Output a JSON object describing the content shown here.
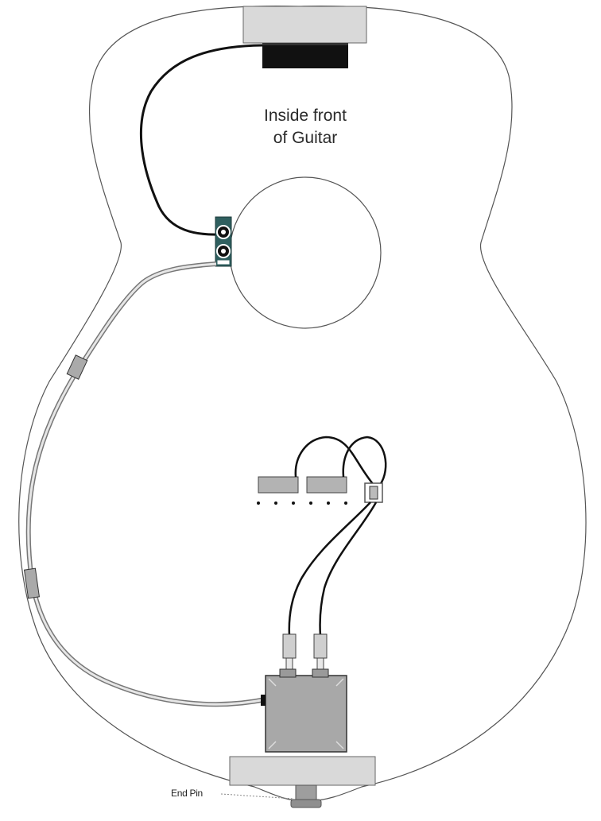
{
  "diagram": {
    "title_line1": "Inside front",
    "title_line2": "of Guitar",
    "end_pin_label": "End Pin"
  },
  "colors": {
    "outline": "#555555",
    "component_fill": "#d9d9d9",
    "box_fill": "#a8a8a8",
    "wire": "#111111",
    "jack_accent": "#2f5f5f"
  }
}
